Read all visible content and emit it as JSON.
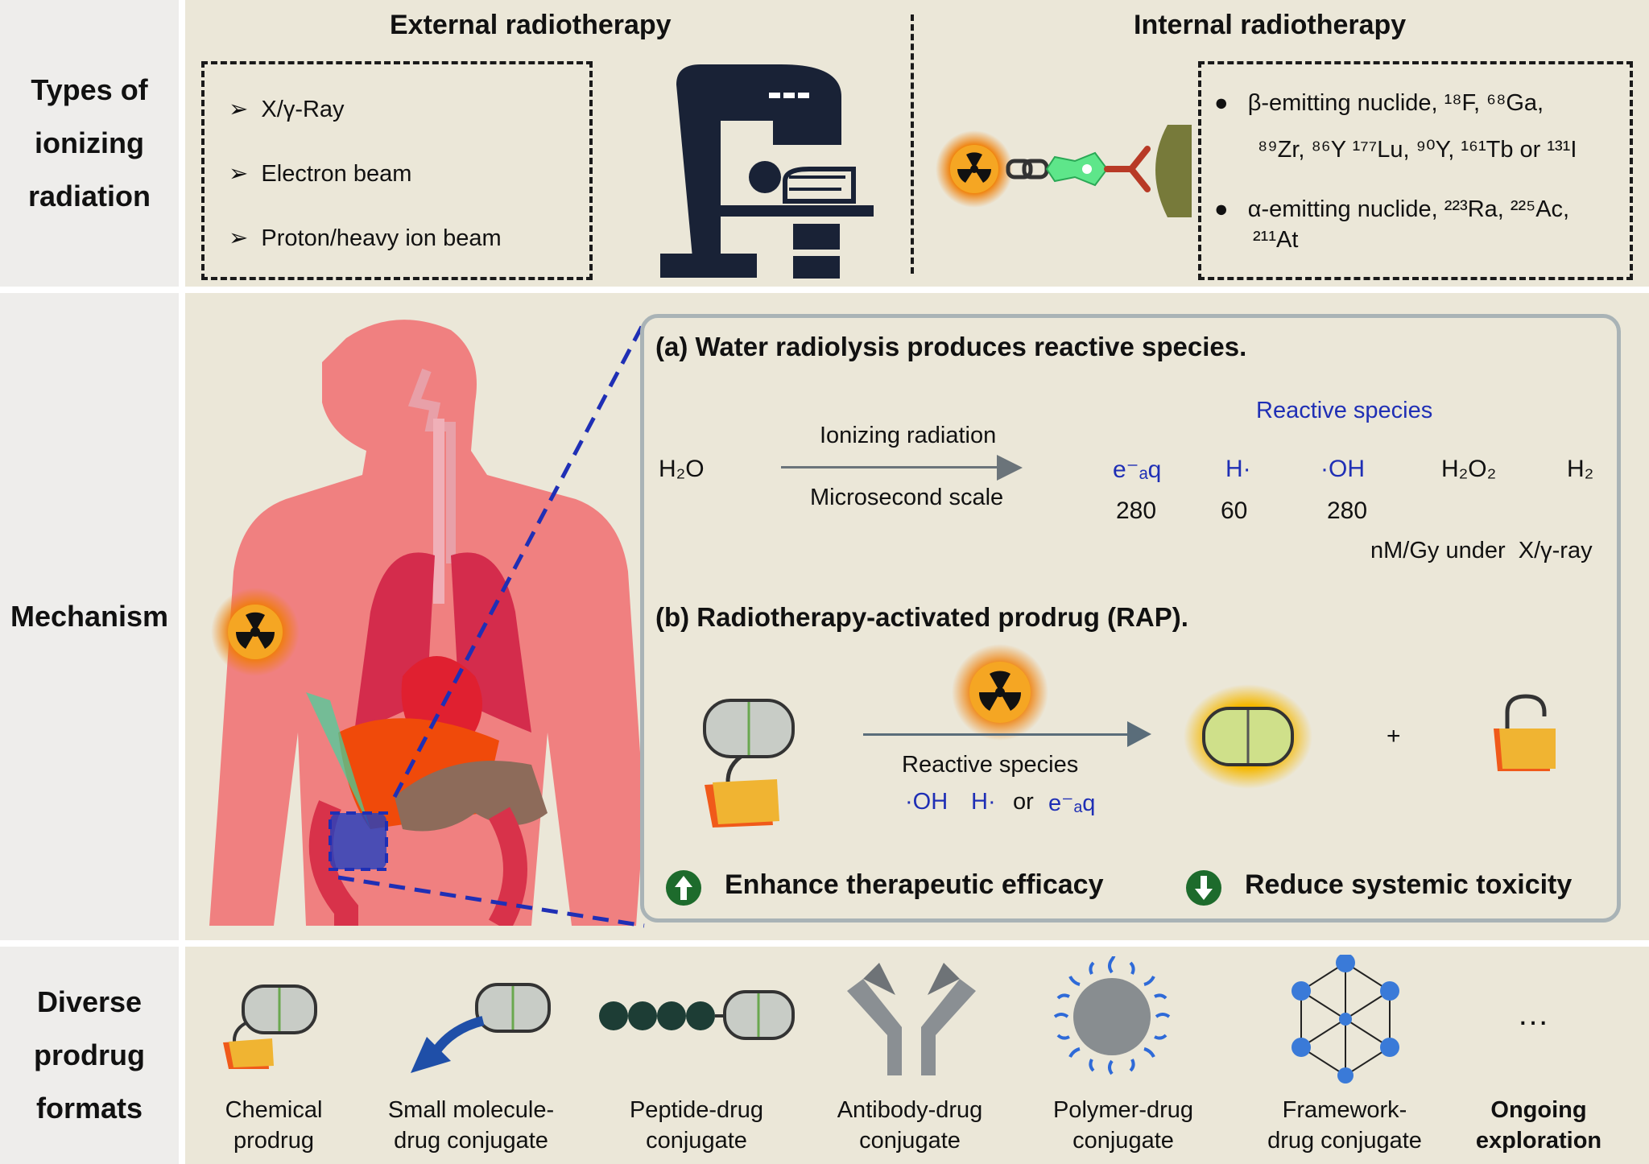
{
  "rows": {
    "types": {
      "label": "Types of ionizing radiation"
    },
    "mechanism": {
      "label": "Mechanism"
    },
    "formats": {
      "label": "Diverse prodrug formats"
    }
  },
  "external": {
    "title": "External radiotherapy",
    "items": [
      "X/γ-Ray",
      "Electron beam",
      "Proton/heavy ion beam"
    ]
  },
  "internal": {
    "title": "Internal radiotherapy",
    "beta_line1": "β-emitting nuclide, ¹⁸F, ⁶⁸Ga,",
    "beta_line2": "⁸⁹Zr, ⁸⁶Y ¹⁷⁷Lu, ⁹⁰Y, ¹⁶¹Tb or ¹³¹I",
    "alpha_line1": "α-emitting nuclide, ²²³Ra, ²²⁵Ac,",
    "alpha_line2": "²¹¹At"
  },
  "radiolysis": {
    "heading": "(a) Water radiolysis produces reactive species.",
    "reactant": "H₂O",
    "arrow_top": "Ionizing radiation",
    "arrow_bottom": "Microsecond scale",
    "reactive_label": "Reactive species",
    "species": [
      "e⁻ₐq",
      "H·",
      "·OH",
      "H₂O₂",
      "H₂"
    ],
    "yields": [
      "280",
      "60",
      "280"
    ],
    "unit": "nM/Gy under  X/γ-ray"
  },
  "rap": {
    "heading": "(b) Radiotherapy-activated prodrug (RAP).",
    "arrow_label": "Reactive species",
    "species": [
      "·OH",
      "H·"
    ],
    "or_word": "or",
    "species_e": "e⁻ₐq",
    "plus": "+",
    "enhance": "Enhance therapeutic efficacy",
    "reduce": "Reduce systemic toxicity"
  },
  "formats": {
    "items": [
      {
        "line1": "Chemical",
        "line2": "prodrug"
      },
      {
        "line1": "Small molecule-",
        "line2": "drug conjugate"
      },
      {
        "line1": "Peptide-drug",
        "line2": "conjugate"
      },
      {
        "line1": "Antibody-drug",
        "line2": "conjugate"
      },
      {
        "line1": "Polymer-drug",
        "line2": "conjugate"
      },
      {
        "line1": "Framework-",
        "line2": "drug conjugate"
      }
    ],
    "ongoing_line1": "Ongoing",
    "ongoing_line2": "exploration",
    "ellipsis": "…"
  },
  "colors": {
    "panel_bg": "#ebe7d8",
    "label_bg": "#eeedeb",
    "body_pink": "#f08080",
    "accent_blue": "#1f2fb5",
    "pill_gray": "#c8ccc6",
    "lock_orange": "#f0b432",
    "arrow_green": "#1d6b2c",
    "radiation_orange": "#f07c00"
  }
}
